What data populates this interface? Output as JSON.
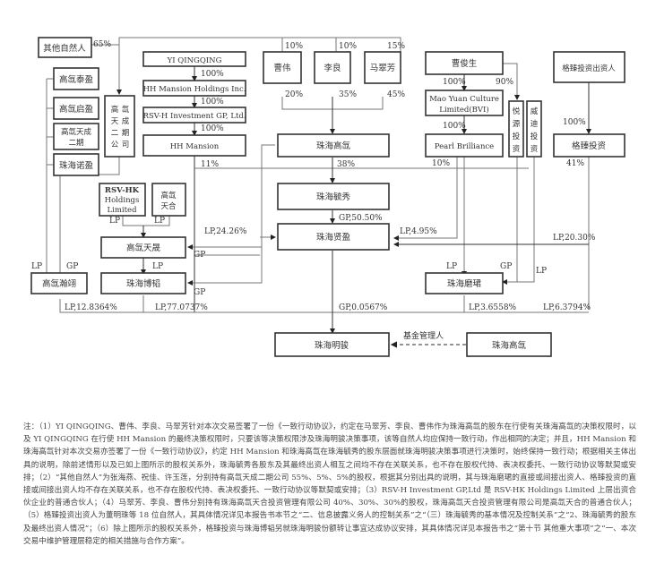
{
  "entities": {
    "other_natural_persons": "其他自然人",
    "gaoxun_taiying": "高氙泰盈",
    "gaoxun_qiying": "高氙启盈",
    "gaoxun_tiancheng_phase2": [
      "高氙天成",
      "二期"
    ],
    "zhuhai_nuoying": "珠海诺盈",
    "gaoxun_tiancheng_phase2_company": [
      "高",
      "氙",
      "天",
      "成",
      "二",
      "期",
      "公",
      "司"
    ],
    "yi_qingqing": "YI QINGQING",
    "hh_mansion_holdings": "HH Mansion Holdings Inc.",
    "rsv_h_investment": "RSV-H Investment GP, Ltd.",
    "hh_mansion": "HH Mansion",
    "cao_wei": "曹伟",
    "li_liang": "李良",
    "ma_cuifang": "马翠芳",
    "zhuhai_gaoxun": "珠海高氙",
    "cao_junsheng": "曹俊生",
    "mao_yuan": [
      "Mao Yuan Culture",
      "Limited(BVI)"
    ],
    "pearl_brilliance": "Pearl Brilliance",
    "yueyuan_investment": [
      "悦",
      "源",
      "投",
      "资"
    ],
    "weida_investment": [
      "威",
      "迪",
      "投",
      "资"
    ],
    "gezhen_investors": "格臻投资出资人",
    "gezhen_investment": "格臻投资",
    "rsv_hk_holdings": [
      "RSV-HK",
      "Holdings",
      "Limited"
    ],
    "gaoxun_tianhe": [
      "高氙",
      "天合"
    ],
    "gaoxun_tiansheng": "高氙天晟",
    "zhuhai_yuxiu": "珠海毓秀",
    "zhuhai_xianying": "珠海贤盈",
    "gaoxun_hanyi": "高氙瀚翊",
    "zhuhai_bowen": "珠海博韬",
    "zhuhai_mojun": "珠海磨珺",
    "zhuhai_mingjun": "珠海明骏",
    "zhuhai_gaoxun_manager": "珠海高氙"
  },
  "labels": {
    "other_to_company": "65%",
    "yi_to_holdings": "100%",
    "holdings_to_rsv": "100%",
    "rsv_to_hh": "100%",
    "hh_to_yuxiu": "11%",
    "cao_wei_top": "10%",
    "li_liang_top": "10%",
    "ma_cuifang_top": "15%",
    "cao_wei_to_gaoxun": "20%",
    "li_liang_to_gaoxun": "35%",
    "ma_cuifang_to_gaoxun": "45%",
    "gaoxun_to_yuxiu": "38%",
    "cao_to_mao": "100%",
    "cao_to_yueyuan": "90%",
    "mao_to_pearl": "100%",
    "pearl_to_yuxiu": "10%",
    "gezhen_inv_to_gezhen": "100%",
    "gezhen_to_yuxiu": "41%",
    "rsvhk_lp": "LP",
    "tianhe_lp": "LP",
    "tiansheng_gp": "GP",
    "tiansheng_to_bowen_lp": "LP",
    "bowen_gp": "GP",
    "hanyi_lp": "LP",
    "hanyi_gp": "GP",
    "lp_24": "LP,24.26%",
    "yuxiu_gp": "GP,50.50%",
    "lp_495": "LP,4.95%",
    "lp_2030": "LP,20.30%",
    "mojun_lp": "LP",
    "mojun_gp": "GP",
    "mojun_lp2": "LP",
    "hanyi_share": "LP,12.8364%",
    "bowen_share": "LP,77.0737%",
    "xianying_share": "GP,0.0567%",
    "mojun_share": "LP,3.6558%",
    "gezhen_share": "LP,6.3794%",
    "fund_manager": "基金管理人"
  },
  "note": {
    "paragraphs": [
      "注：（1）YI QINGQING、曹伟、李良、马翠芳针对本次交易签署了一份《一致行动协议》，约定在马翠芳、李良、曹伟作为珠海高氙的股东在行使有关珠海高氙的决策权限时，以及 YI QINGQING 在行使 HH Mansion 的最终决策权限时，只要该等决策权限涉及珠海明骏决策事项，该等自然人均应保持一致行动，作出相同的决定；并且，HH Mansion 和珠海高氙针对本次交易亦签署了一份《一致行动协议》，约定 HH Mansion 和珠海高氙在珠海毓秀的股东层面就珠海明骏决策事项进行决策时，始终保持一致行动；根据相关主体出具的说明，除前述情形以及已如上图所示的股权关系外，珠海毓秀各股东及其最终出资人相互之间均不存在关联关系，也不存在股权代持、表决权委托、一致行动协议等默契或安排；（2）“其他自然人”为张海燕、祝佳、许玉莲，分别持有高氙天成二期公司 55%、5%、5%的股权，根据其分别出具的说明，其与珠海磨珺的直接或间接出资人、格臻投资的直接或间接出资人均不存在关联关系，也不存在股权代持、表决权委托、一致行动协议等默契或安排；（3）RSV-H Investment GP,Ltd 是 RSV-HK Holdings Limited 上层出资合伙企业的普通合伙人；（4）马翠芳、李良、曹伟分别持有珠海高氙天合投资管理有限公司 40%、30%、30%的股权，珠海高氙天合投资管理有限公司是高氙天合的普通合伙人；（5）格臻投资出资人为董明珠等 18 位自然人，其具体情况详见本报告书本节之“二、信息披露义务人的控制关系”之“（三）珠海毓秀的基本情况及控制关系”之“2、珠海毓秀的股东及最终出资人情况”；（6）除上图所示的股权关系外，格臻投资与珠海博韬另就珠海明骏份额转让事宜达成协议安排，其具体情况详见本报告书之“第十节 其他重大事项”之“一、本次交易中维护管理层稳定的相关措施与合作方案”。"
    ]
  }
}
